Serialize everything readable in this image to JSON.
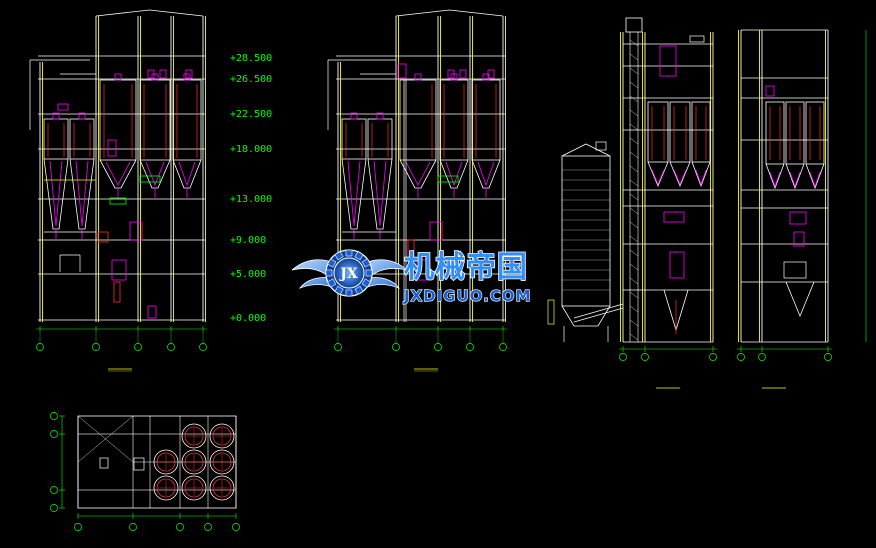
{
  "elevation_labels": [
    "+28.500",
    "+26.500",
    "+22.500",
    "+18.000",
    "+13.000",
    "+9.000",
    "+5.000",
    "+0.000"
  ],
  "watermark": {
    "brand_cn": "机械帝国",
    "brand_en": "JXDIGUO.COM",
    "logo_letters": "JX"
  },
  "colors": {
    "background": "#000000",
    "frame": "#ffffff",
    "column": "#ffff00",
    "equipment": "#ff00ff",
    "piping": "#ff3030",
    "dimension": "#00ff00",
    "watermark_blue": "#2f8fff"
  },
  "icons": {
    "watermark_logo": "gear-wings-icon",
    "grid_axis": "axis-bubble-icon"
  }
}
